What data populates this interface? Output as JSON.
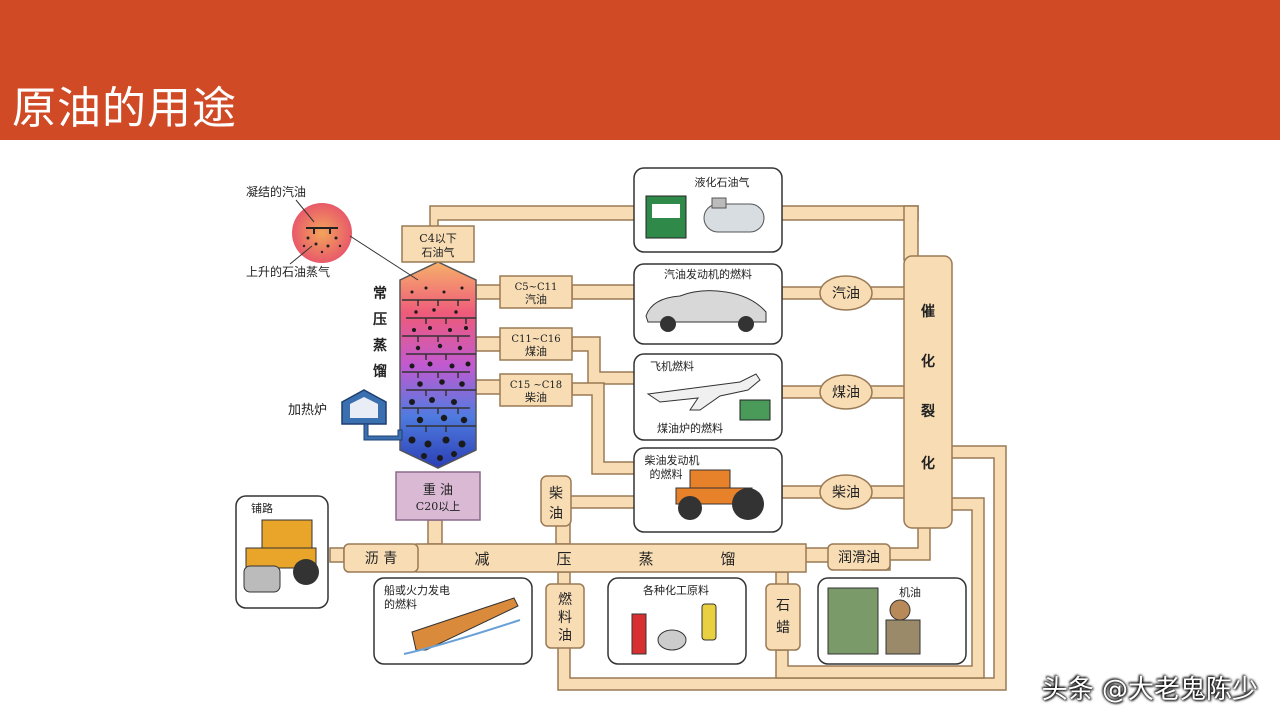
{
  "header": {
    "title": "原油的用途"
  },
  "colors": {
    "header_bg": "#d04a26",
    "pipe_fill": "#f7dcb4",
    "pipe_stroke": "#9a7a55",
    "furnace": "#3a6fb0"
  },
  "tower": {
    "top_gas": [
      "C4以下",
      "石油气"
    ],
    "side_label": [
      "常",
      "压",
      "蒸",
      "馏"
    ],
    "bottom": [
      "重 油",
      "C20以上"
    ],
    "condensed_label": "凝结的汽油",
    "rising_label": "上升的石油蒸气",
    "furnace_label": "加热炉"
  },
  "fractions": [
    {
      "formula": "C5~C11",
      "name": "汽油"
    },
    {
      "formula": "C11~C16",
      "name": "煤油"
    },
    {
      "formula": "C15 ~C18",
      "name": "柴油"
    }
  ],
  "uses": {
    "lpg": "液化石油气",
    "gasoline_engine": "汽油发动机的燃料",
    "jet_fuel": "飞机燃料",
    "stove_fuel": "煤油炉的燃料",
    "diesel_engine": [
      "柴油发动机",
      "的燃料"
    ],
    "road": "铺路",
    "ship": [
      "船或火力发电",
      "的燃料"
    ],
    "chemical": "各种化工原料",
    "machine_oil": "机油"
  },
  "cracking": {
    "label": [
      "催",
      "化",
      "裂",
      "化"
    ],
    "products": [
      "汽油",
      "煤油",
      "柴油"
    ]
  },
  "vacuum": {
    "label": [
      "减",
      "压",
      "蒸",
      "馏"
    ],
    "diesel": [
      "柴",
      "油"
    ],
    "asphalt": "沥 青",
    "lube": "润滑油",
    "fuel_oil": [
      "燃",
      "料",
      "油"
    ],
    "wax": [
      "石",
      "蜡"
    ]
  },
  "watermark": "头条 @大老鬼陈少"
}
